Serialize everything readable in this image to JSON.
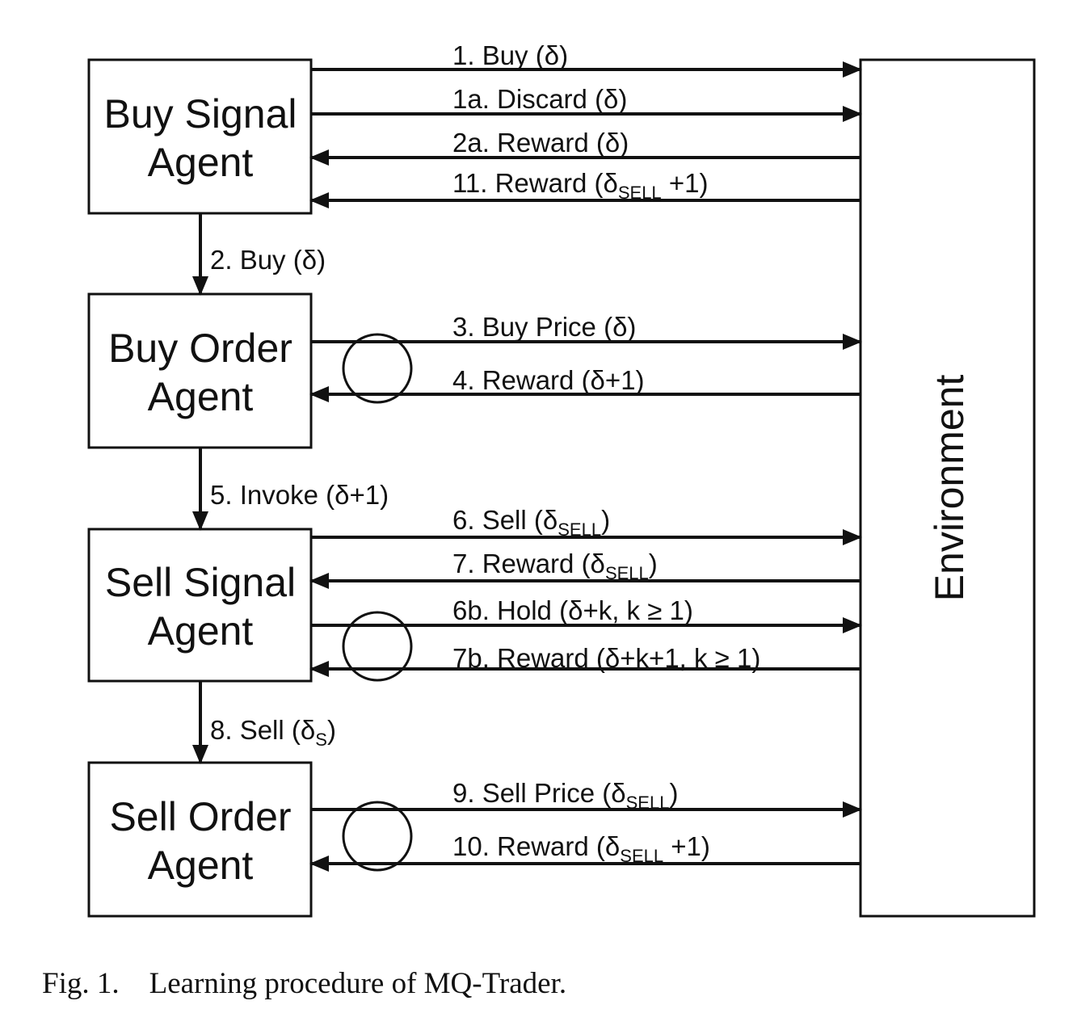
{
  "agents": {
    "buy_signal": [
      "Buy Signal",
      "Agent"
    ],
    "buy_order": [
      "Buy Order",
      "Agent"
    ],
    "sell_signal": [
      "Sell Signal",
      "Agent"
    ],
    "sell_order": [
      "Sell Order",
      "Agent"
    ]
  },
  "environment": "Environment",
  "arrows": {
    "a1": {
      "text": "1. Buy (δ)",
      "sub": "",
      "after": ""
    },
    "a1a": {
      "text": "1a. Discard (δ)",
      "sub": "",
      "after": ""
    },
    "a2a": {
      "text": "2a. Reward (δ)",
      "sub": "",
      "after": ""
    },
    "a11": {
      "text": "11. Reward (δ",
      "sub": "SELL",
      "after": " +1)"
    },
    "a2": {
      "text": "2. Buy (δ)",
      "sub": "",
      "after": ""
    },
    "a3": {
      "text": "3. Buy Price (δ)",
      "sub": "",
      "after": ""
    },
    "a4": {
      "text": "4. Reward (δ+1)",
      "sub": "",
      "after": ""
    },
    "a5": {
      "text": "5. Invoke (δ+1)",
      "sub": "",
      "after": ""
    },
    "a6": {
      "text": "6. Sell (δ",
      "sub": "SELL",
      "after": ")"
    },
    "a7": {
      "text": "7. Reward (δ",
      "sub": "SELL",
      "after": ")"
    },
    "a6b": {
      "text": "6b. Hold (δ+k, k ≥ 1)",
      "sub": "",
      "after": ""
    },
    "a7b": {
      "text": "7b. Reward (δ+k+1, k ≥ 1)",
      "sub": "",
      "after": ""
    },
    "a8": {
      "text": "8. Sell (δ",
      "sub": "S",
      "after": ")"
    },
    "a9": {
      "text": "9. Sell Price (δ",
      "sub": "SELL",
      "after": ")"
    },
    "a10": {
      "text": "10. Reward (δ",
      "sub": "SELL",
      "after": " +1)"
    }
  },
  "caption": {
    "label": "Fig. 1.",
    "text": "Learning procedure of MQ-Trader."
  }
}
